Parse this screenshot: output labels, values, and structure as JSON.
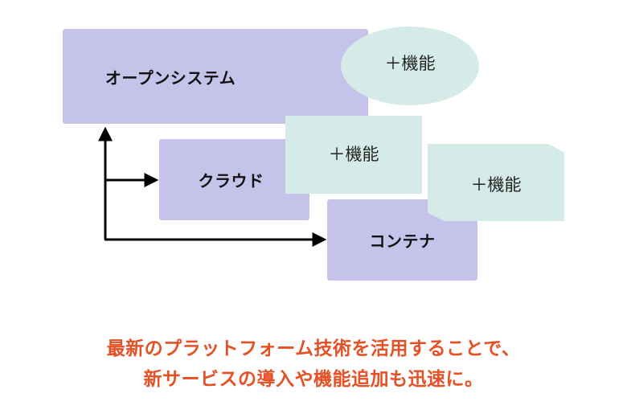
{
  "diagram": {
    "boxes": {
      "open_system": "オープンシステム",
      "cloud": "クラウド",
      "container": "コンテナ"
    },
    "features": {
      "feature_1": "＋機能",
      "feature_2": "＋機能",
      "feature_3": "＋機能"
    }
  },
  "caption": {
    "line1": "最新のプラットフォーム技術を活用することで、",
    "line2": "新サービスの導入や機能追加も迅速に。"
  },
  "colors": {
    "box_fill": "#c5c3e9",
    "feature_fill": "#d5ebe8",
    "caption_text": "#e55025",
    "arrow": "#000000"
  }
}
